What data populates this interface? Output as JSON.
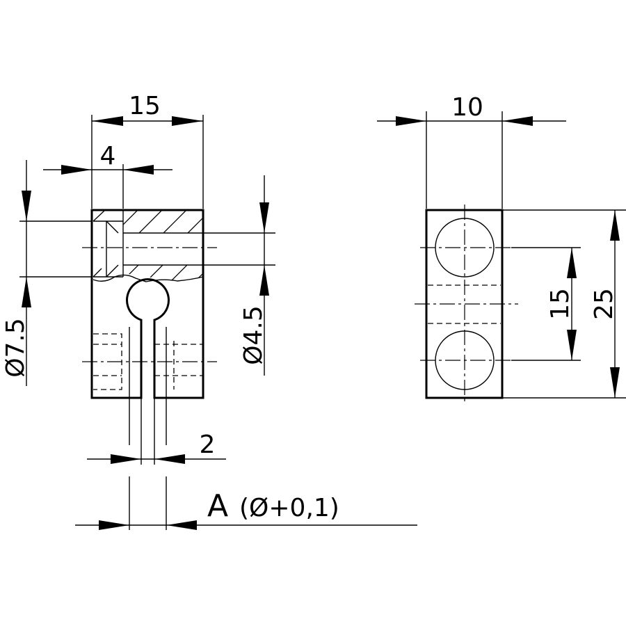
{
  "dimensions": {
    "width_left": "15",
    "offset_left": "4",
    "dia_outer": "Ø7.5",
    "dia_inner": "Ø4.5",
    "slot_width": "2",
    "width_right": "10",
    "hole_pitch": "15",
    "height_right": "25"
  },
  "label": {
    "letter": "A",
    "tolerance": "(Ø+0,1)"
  }
}
